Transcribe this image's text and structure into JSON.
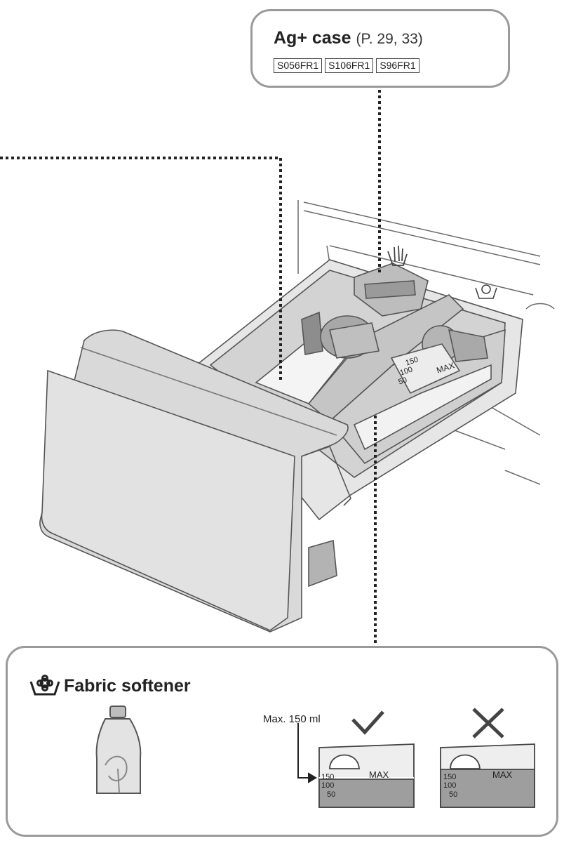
{
  "ag_case": {
    "title": "Ag+ case",
    "pages": "(P. 29, 33)",
    "models": [
      "S056FR1",
      "S106FR1",
      "S96FR1"
    ]
  },
  "softener": {
    "title": "Fabric softener",
    "max_label": "Max. 150 ml",
    "correct_scale": {
      "s150": "150",
      "s100": "100",
      "s50": "50",
      "max": "MAX"
    },
    "wrong_scale": {
      "s150": "150",
      "s100": "100",
      "s50": "50",
      "max": "MAX"
    }
  },
  "drawer_scale": {
    "s150": "150",
    "s100": "100",
    "s50": "50",
    "max": "MAX"
  }
}
